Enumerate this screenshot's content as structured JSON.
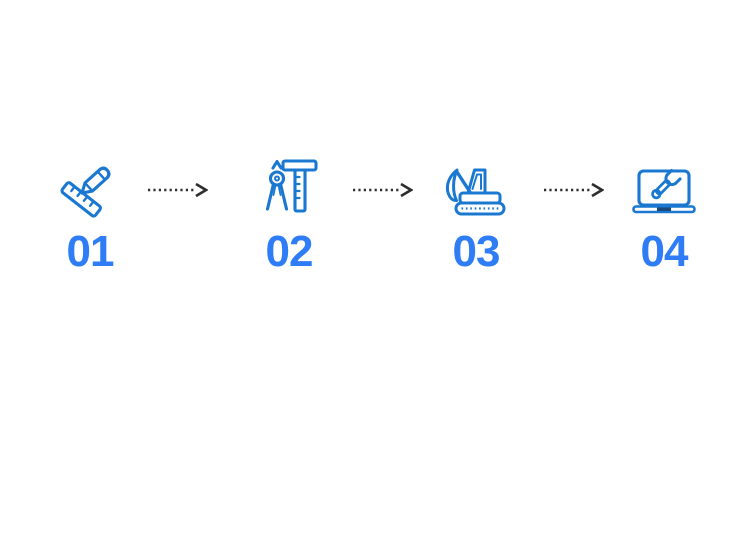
{
  "diagram": {
    "type": "process-flow",
    "steps": [
      {
        "number": "01",
        "icon": "ruler-pencil-icon"
      },
      {
        "number": "02",
        "icon": "drafting-compass-tsquare-icon"
      },
      {
        "number": "03",
        "icon": "excavator-icon"
      },
      {
        "number": "04",
        "icon": "laptop-wrench-icon"
      }
    ],
    "connectors": {
      "count": 3,
      "style": "dashed-arrow-right"
    },
    "colors": {
      "background": "#ffffff",
      "icon_stroke": "#1a78d1",
      "number_text": "#2e7cf6",
      "arrow": "#2e2e2e",
      "laptop_notch": "#174a7a"
    }
  }
}
